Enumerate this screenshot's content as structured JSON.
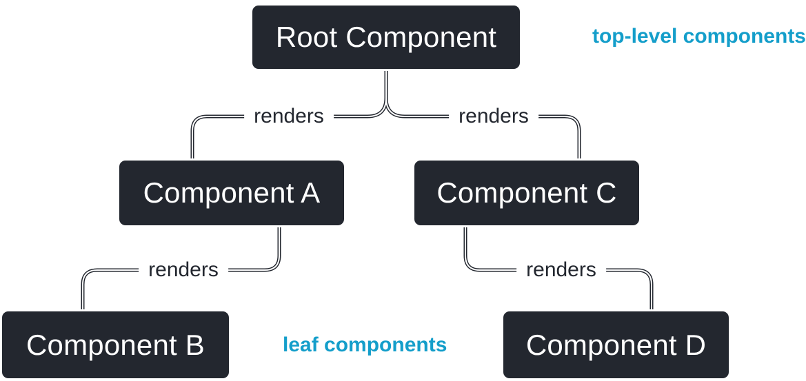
{
  "diagram": {
    "type": "component-render-tree",
    "colors": {
      "background": "#ffffff",
      "node-fill": "#23272F",
      "node-border": "#ffffff",
      "node-text": "#ffffff",
      "line-outline": "#23272F",
      "line-core": "#ffffff",
      "edge-label-text": "#23272F",
      "annotation-text": "#149ECA"
    },
    "nodes": [
      {
        "id": "root",
        "label": "Root Component"
      },
      {
        "id": "component-a",
        "label": "Component A"
      },
      {
        "id": "component-b",
        "label": "Component B"
      },
      {
        "id": "component-c",
        "label": "Component C"
      },
      {
        "id": "component-d",
        "label": "Component D"
      }
    ],
    "edges": [
      {
        "from": "root",
        "to": "component-a",
        "label": "renders"
      },
      {
        "from": "root",
        "to": "component-c",
        "label": "renders"
      },
      {
        "from": "component-a",
        "to": "component-b",
        "label": "renders"
      },
      {
        "from": "component-c",
        "to": "component-d",
        "label": "renders"
      }
    ],
    "annotations": [
      {
        "id": "top-level",
        "text": "top-level components"
      },
      {
        "id": "leaf",
        "text": "leaf components"
      }
    ]
  }
}
